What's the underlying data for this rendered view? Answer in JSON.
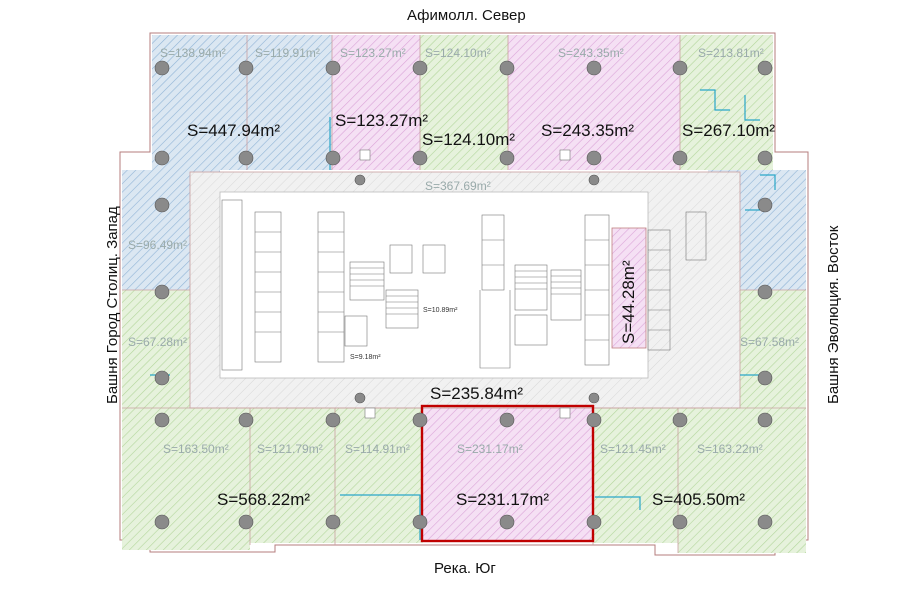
{
  "captions": {
    "north": "Афимолл. Север",
    "south": "Река. Юг",
    "west": "Башня Город Столиц. Запад",
    "east": "Башня Эволюция. Восток"
  },
  "areas_large": {
    "nw": "S=447.94m²",
    "n2": "S=123.27m²",
    "n3": "S=124.10m²",
    "n4": "S=243.35m²",
    "ne": "S=267.10m²",
    "corridor_s": "S=235.84m²",
    "east_core": "S=44.28m²",
    "sw": "S=568.22m²",
    "s_center": "S=231.17m²",
    "se": "S=405.50m²"
  },
  "areas_faint": {
    "n_a": "S=138.94m²",
    "n_b": "S=119.91m²",
    "n_c": "S=123.27m²",
    "n_d": "S=124.10m²",
    "n_e": "S=243.35m²",
    "n_f": "S=213.81m²",
    "corridor_n": "S=367.69m²",
    "w_a": "S=96.49m²",
    "w_b": "S=67.28m²",
    "e_a": "S=67.58m²",
    "s_a": "S=163.50m²",
    "s_b": "S=121.79m²",
    "s_c": "S=114.91m²",
    "s_d": "S=231.17m²",
    "s_e": "S=121.45m²",
    "s_f": "S=163.22m²"
  },
  "core_areas": {
    "c1": "S=10.89m²",
    "c2": "S=9.18m²"
  },
  "colors": {
    "blue_zone": "#8fb4d6",
    "green_zone": "#bfe0a9",
    "pink_zone": "#e8b6e6",
    "column": "#8a8a8a",
    "highlight": "#c00000",
    "wall": "#c9a0a0"
  },
  "highlighted_unit": "S=231.17m²"
}
